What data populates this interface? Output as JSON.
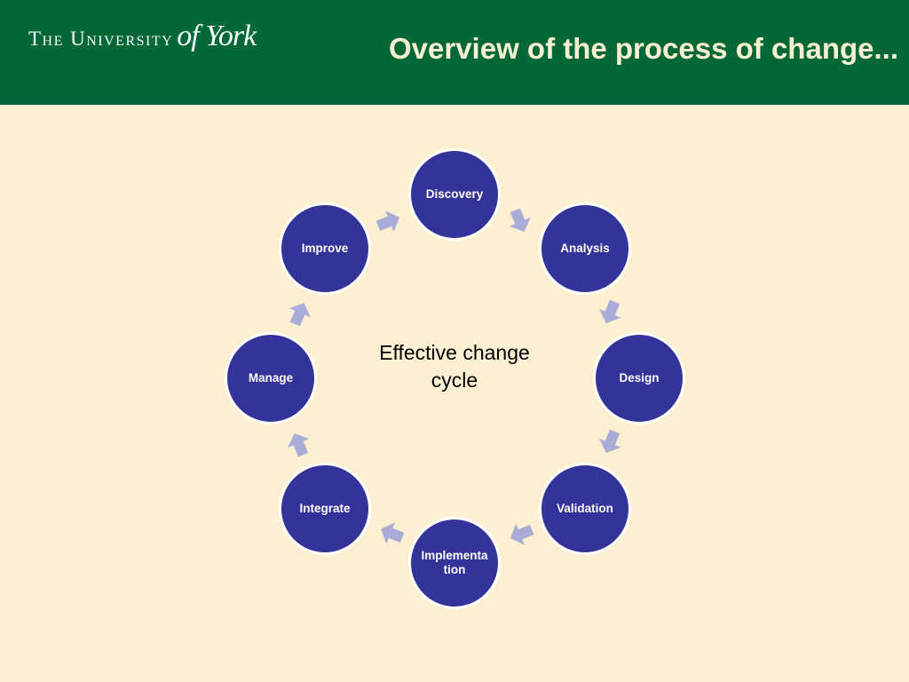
{
  "header": {
    "logo_main": "The University",
    "logo_script": "of York",
    "title": "Overview of the process of change..."
  },
  "diagram": {
    "center_label": "Effective change cycle",
    "steps": [
      {
        "label": "Discovery"
      },
      {
        "label": "Analysis"
      },
      {
        "label": "Design"
      },
      {
        "label": "Validation"
      },
      {
        "label": "Implementation"
      },
      {
        "label": "Integrate"
      },
      {
        "label": "Manage"
      },
      {
        "label": "Improve"
      }
    ],
    "colors": {
      "header": "#006836",
      "background": "#fdf0d2",
      "node": "#333399",
      "arrow": "#a8acd6"
    }
  }
}
